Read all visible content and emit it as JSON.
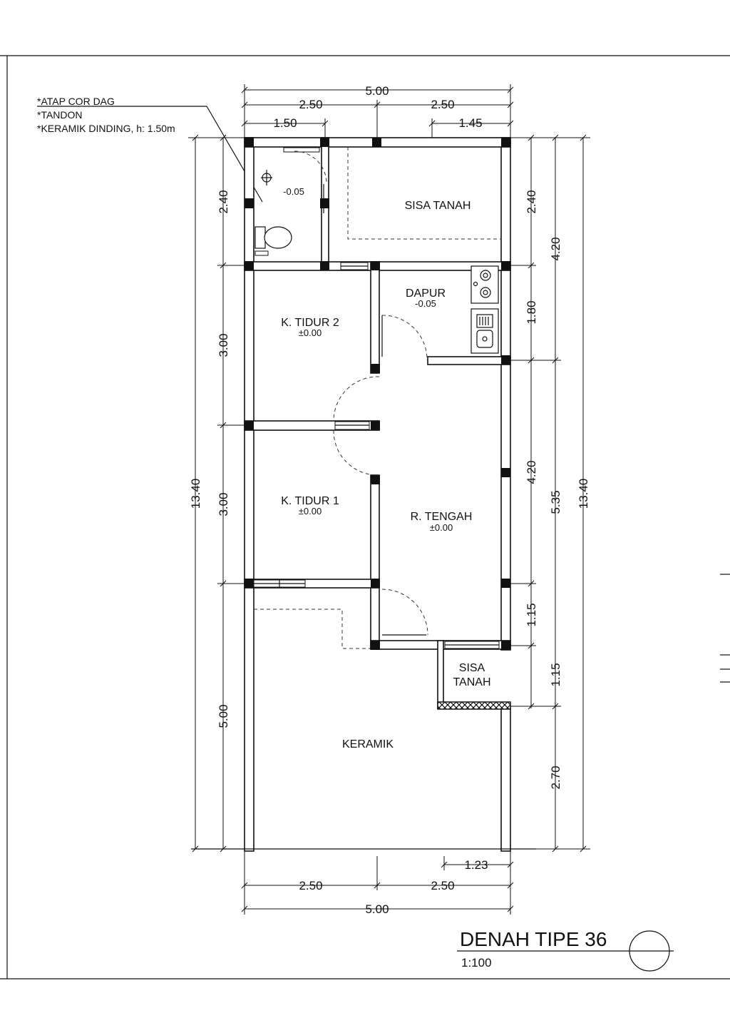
{
  "notes": [
    "*ATAP COR DAG",
    "*TANDON",
    "*KERAMIK DINDING, h: 1.50m"
  ],
  "title": "DENAH TIPE 36",
  "scale": "1:100",
  "rooms": {
    "sisa_tanah_top": "SISA TANAH",
    "bath_level": "-0.05",
    "dapur": "DAPUR",
    "dapur_level": "-0.05",
    "k_tidur_2": "K. TIDUR 2",
    "k_tidur_2_level": "±0.00",
    "k_tidur_1": "K. TIDUR 1",
    "k_tidur_1_level": "±0.00",
    "r_tengah": "R. TENGAH",
    "r_tengah_level": "±0.00",
    "sisa_tanah_small_1": "SISA",
    "sisa_tanah_small_2": "TANAH",
    "keramik": "KERAMIK"
  },
  "dimensions": {
    "top_total": "5.00",
    "top_left": "2.50",
    "top_right": "2.50",
    "top_bath": "1.50",
    "top_kitchen": "1.45",
    "left_1": "2.40",
    "left_2": "3.00",
    "left_3": "3.00",
    "left_4": "5.00",
    "left_total": "13.40",
    "right_1": "2.40",
    "right_2": "1.80",
    "right_3": "4.20",
    "right_4": "1.15",
    "right_5": "1.15",
    "right_6": "2.70",
    "right_mid_1": "4.20",
    "right_mid_2": "5.35",
    "right_total": "13.40",
    "bottom_small": "1.23",
    "bottom_left": "2.50",
    "bottom_right": "2.50",
    "bottom_total": "5.00"
  }
}
